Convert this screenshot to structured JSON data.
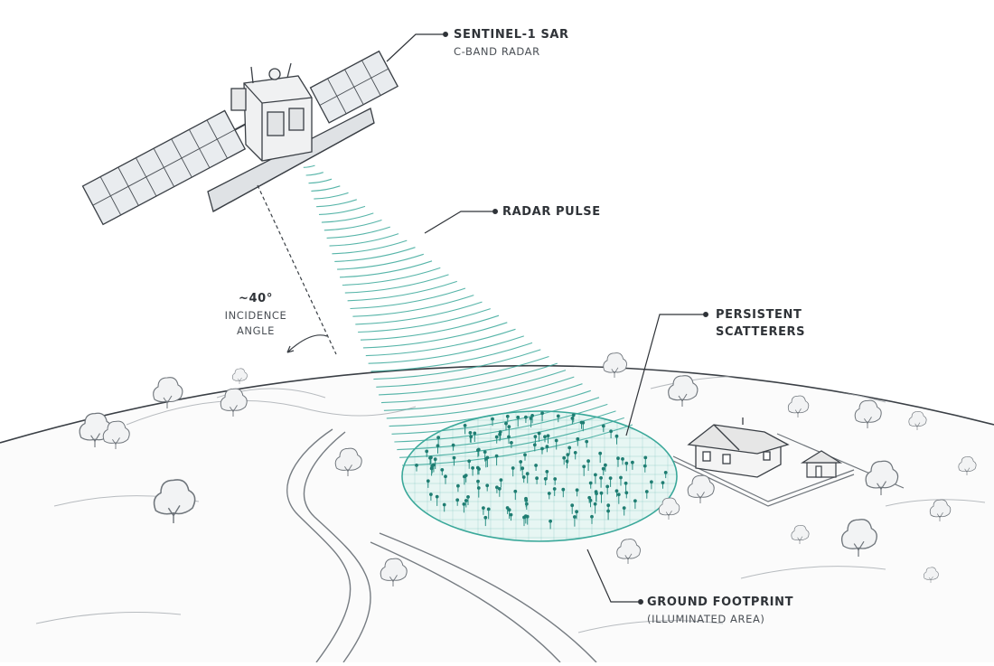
{
  "labels": {
    "satellite": {
      "title": "SENTINEL-1 SAR",
      "subtitle": "C-BAND RADAR"
    },
    "pulse": {
      "title": "RADAR PULSE"
    },
    "incidence": {
      "value": "~40°",
      "line1": "INCIDENCE",
      "line2": "ANGLE"
    },
    "scatterers": {
      "line1": "PERSISTENT",
      "line2": "SCATTERERS"
    },
    "footprint": {
      "title": "GROUND FOOTPRINT",
      "subtitle": "(ILLUMINATED AREA)"
    }
  },
  "colors": {
    "accent": "#3aa89a",
    "accent_fill": "#d9f0ec",
    "ink": "#3a3f45",
    "sketch": "#8f959b",
    "leader": "#2f3338"
  },
  "icons": [
    "satellite-icon",
    "house-icon",
    "shed-icon",
    "tree-icon"
  ]
}
